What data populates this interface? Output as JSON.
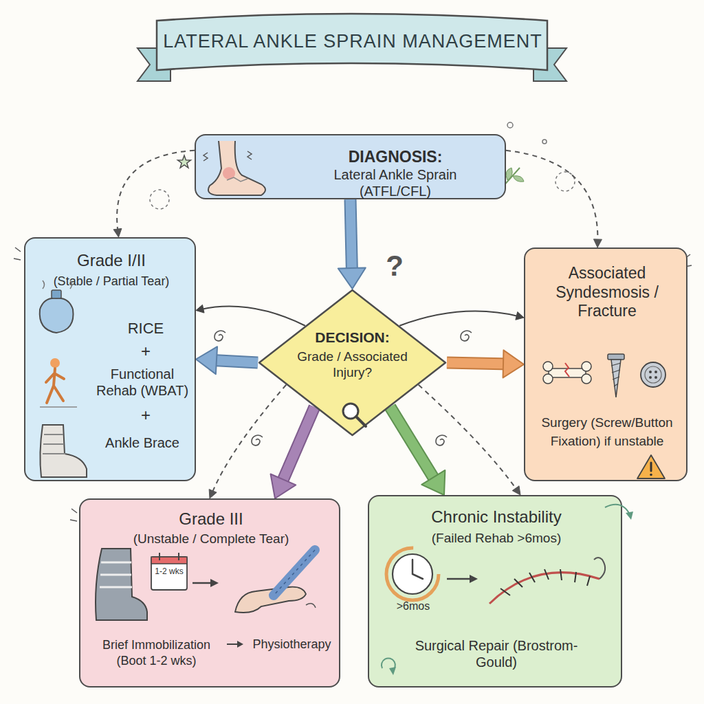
{
  "diagram": {
    "title": "LATERAL ANKLE SPRAIN MANAGEMENT",
    "nodes": [
      {
        "text": [
          "DIAGNOSIS:",
          "Lateral Ankle Sprain (ATFL/CFL)"
        ]
      },
      {
        "text": [
          "Grade I/II",
          "(Stable / Partial Tear)",
          "RICE",
          "+",
          "Functional Rehab (WBAT)",
          "+",
          "Ankle Brace"
        ]
      },
      {
        "text": [
          "DECISION:",
          "Grade / Associated Injury?"
        ]
      },
      {
        "text": [
          "Associated Syndesmosis / Fracture",
          "Surgery (Screw/Button Fixation) if unstable"
        ]
      },
      {
        "text": [
          "Grade III",
          "(Unstable / Complete Tear)",
          "Brief Immobilization (Boot 1-2 wks)",
          "Physiotherapy"
        ]
      },
      {
        "text": [
          "Chronic Instability",
          "(Failed Rehab >6mos)",
          "Surgical Repair (Brostrom-Gould)"
        ]
      }
    ],
    "edges": [
      {
        "from": 0,
        "to": 2,
        "arrow": "to"
      },
      {
        "from": 0,
        "to": 1,
        "arrow": "to"
      },
      {
        "from": 0,
        "to": 3,
        "arrow": "to"
      },
      {
        "from": 2,
        "to": 1,
        "arrow": "to"
      },
      {
        "from": 2,
        "to": 3,
        "arrow": "to"
      },
      {
        "from": 2,
        "to": 4,
        "arrow": "to"
      },
      {
        "from": 2,
        "to": 5,
        "arrow": "to"
      },
      {
        "from": 2,
        "to": 4,
        "arrow": "to"
      },
      {
        "from": 2,
        "to": 5,
        "arrow": "to"
      },
      {
        "from": 2,
        "to": 1,
        "arrow": "to"
      },
      {
        "from": 2,
        "to": 3,
        "arrow": "to"
      }
    ],
    "labels": [
      "?",
      "1-2 wks",
      ">6mos"
    ]
  }
}
